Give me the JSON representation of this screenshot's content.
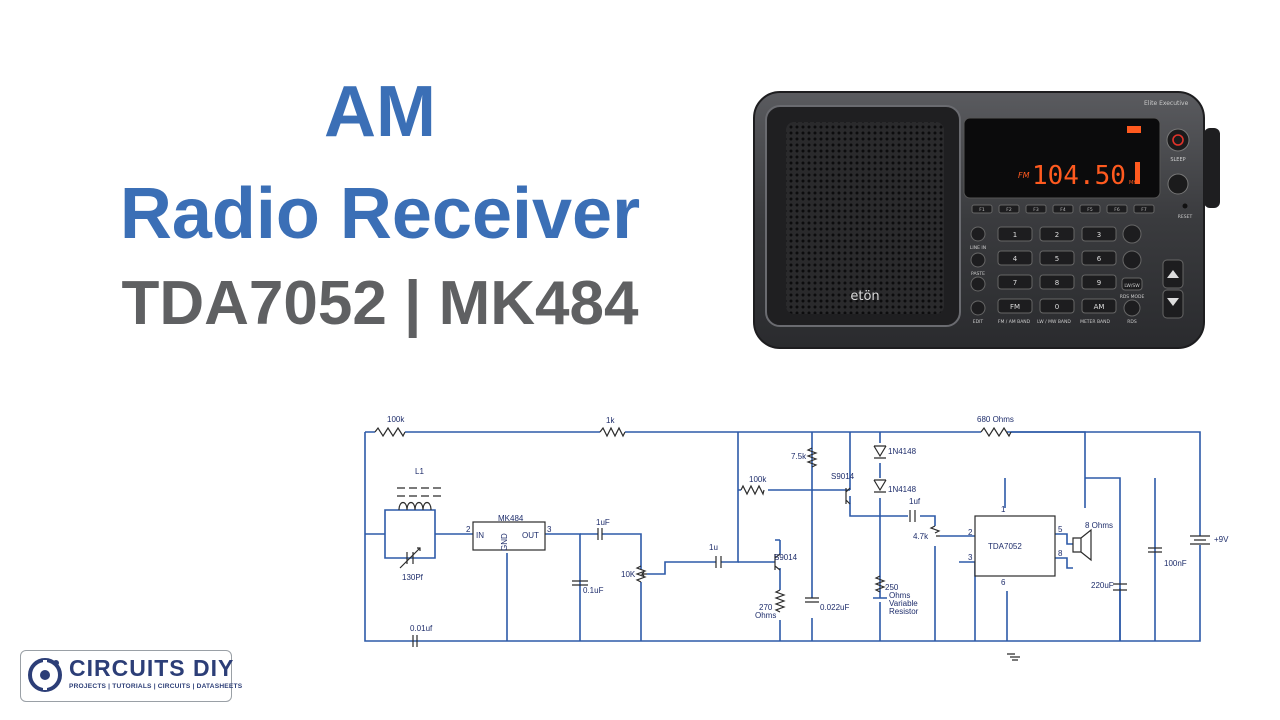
{
  "title": {
    "line1": "AM",
    "line2": "Radio Receiver",
    "line3": "TDA7052 | MK484"
  },
  "radio": {
    "model": "Elite Executive",
    "brand": "etön",
    "display_band": "FM",
    "display_freq": "104.50",
    "display_unit": "MHz",
    "power_label": "SLEEP",
    "reset_label": "RESET",
    "fkeys": [
      "F1",
      "F2",
      "F3",
      "F4",
      "F5",
      "F6",
      "F7"
    ],
    "keys": [
      "1",
      "2",
      "3",
      "4",
      "5",
      "6",
      "7",
      "8",
      "9",
      "FM",
      "0",
      "AM"
    ],
    "left_labels": [
      "LINE IN",
      "PASTE",
      "EDIT"
    ],
    "bottom_labels": [
      "FM / AM BAND",
      "LW / MW BAND",
      "METER BAND"
    ],
    "right_labels": [
      "LW/SW",
      "RDS MODE",
      "RDS"
    ]
  },
  "schematic": {
    "labels": {
      "r_100k_top": "100k",
      "coil": "L1",
      "cap_130": "130Pf",
      "ic1": "MK484",
      "ic1_in": "IN",
      "ic1_gnd": "GND",
      "ic1_out": "OUT",
      "ic1_pin2": "2",
      "ic1_pin3": "3",
      "cap_1uf_a": "1uF",
      "cap_01uf": "0.1uF",
      "cap_001uf": "0.01uf",
      "r_1k": "1k",
      "pot_10k": "10K",
      "cap_1u": "1u",
      "r_100k_mid": "100k",
      "q1": "S9014",
      "r_270": "270",
      "r_270_unit": "Ohms",
      "r_75k": "7.5k",
      "q2": "S9014",
      "cap_0022": "0.022uF",
      "d1": "1N4148",
      "d2": "1N4148",
      "pot_250_a": "250",
      "pot_250_b": "Ohms",
      "pot_250_c": "Variable",
      "pot_250_d": "Resistor",
      "cap_1uf_b": "1uf",
      "pot_47k": "4.7k",
      "r_680": "680 Ohms",
      "ic2": "TDA7052",
      "ic2_p1": "1",
      "ic2_p2": "2",
      "ic2_p3": "3",
      "ic2_p5": "5",
      "ic2_p6": "6",
      "ic2_p8": "8",
      "speaker": "8 Ohms",
      "cap_220": "220uF",
      "cap_100n": "100nF",
      "battery": "+9V"
    }
  },
  "logo": {
    "name": "CIRCUITS DIY",
    "tagline": "PROJECTS | TUTORIALS | CIRCUITS | DATASHEETS"
  },
  "colors": {
    "title_blue": "#3b6fb6",
    "title_gray": "#5f6062",
    "wire": "#2d5aa8",
    "display_orange": "#ff5a1f"
  }
}
